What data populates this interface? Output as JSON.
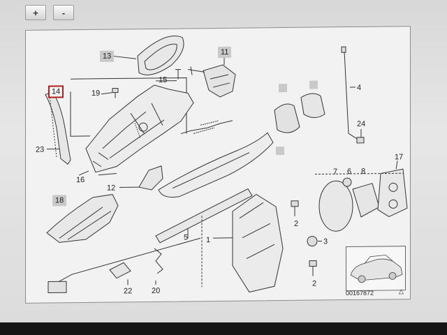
{
  "toolbar": {
    "zoom_in_label": "+",
    "zoom_out_label": "-"
  },
  "callouts": [
    {
      "id": "c13",
      "text": "13",
      "style": "boxed"
    },
    {
      "id": "c11",
      "text": "11",
      "style": "boxed"
    },
    {
      "id": "c14",
      "text": "14",
      "style": "hl"
    },
    {
      "id": "c19",
      "text": "19",
      "style": "plain"
    },
    {
      "id": "c15",
      "text": "15",
      "style": "plain"
    },
    {
      "id": "c4",
      "text": "4",
      "style": "plain"
    },
    {
      "id": "c23",
      "text": "23",
      "style": "plain"
    },
    {
      "id": "c24",
      "text": "24",
      "style": "plain"
    },
    {
      "id": "c16",
      "text": "16",
      "style": "plain"
    },
    {
      "id": "c12",
      "text": "12",
      "style": "plain"
    },
    {
      "id": "c17",
      "text": "17",
      "style": "plain"
    },
    {
      "id": "c7",
      "text": "7",
      "style": "plain"
    },
    {
      "id": "c6",
      "text": "6",
      "style": "plain"
    },
    {
      "id": "c8",
      "text": "8",
      "style": "plain"
    },
    {
      "id": "c18",
      "text": "18",
      "style": "boxed"
    },
    {
      "id": "c5",
      "text": "5",
      "style": "plain"
    },
    {
      "id": "c1",
      "text": "1",
      "style": "plain"
    },
    {
      "id": "c2a",
      "text": "2",
      "style": "plain"
    },
    {
      "id": "c3",
      "text": "3",
      "style": "plain"
    },
    {
      "id": "c2b",
      "text": "2",
      "style": "plain"
    },
    {
      "id": "c22",
      "text": "22",
      "style": "plain"
    },
    {
      "id": "c20",
      "text": "20",
      "style": "plain"
    }
  ],
  "part_number": "00167872",
  "colors": {
    "highlight_border": "#b02020",
    "callout_bg": "#c9c9c9",
    "line": "#333333"
  }
}
